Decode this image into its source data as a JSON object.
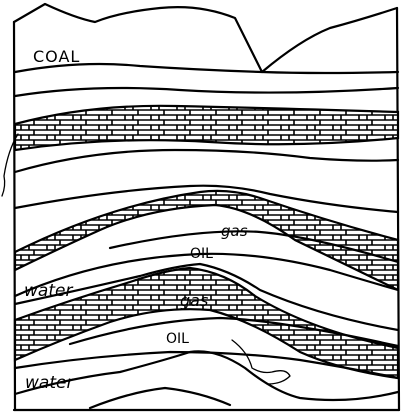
{
  "labels": {
    "coal": "COAL",
    "gas_upper": "gas",
    "oil_upper": "OIL",
    "water_upper": "water",
    "gas_lower": "gas",
    "oil_lower": "OIL",
    "water_lower": "water"
  }
}
